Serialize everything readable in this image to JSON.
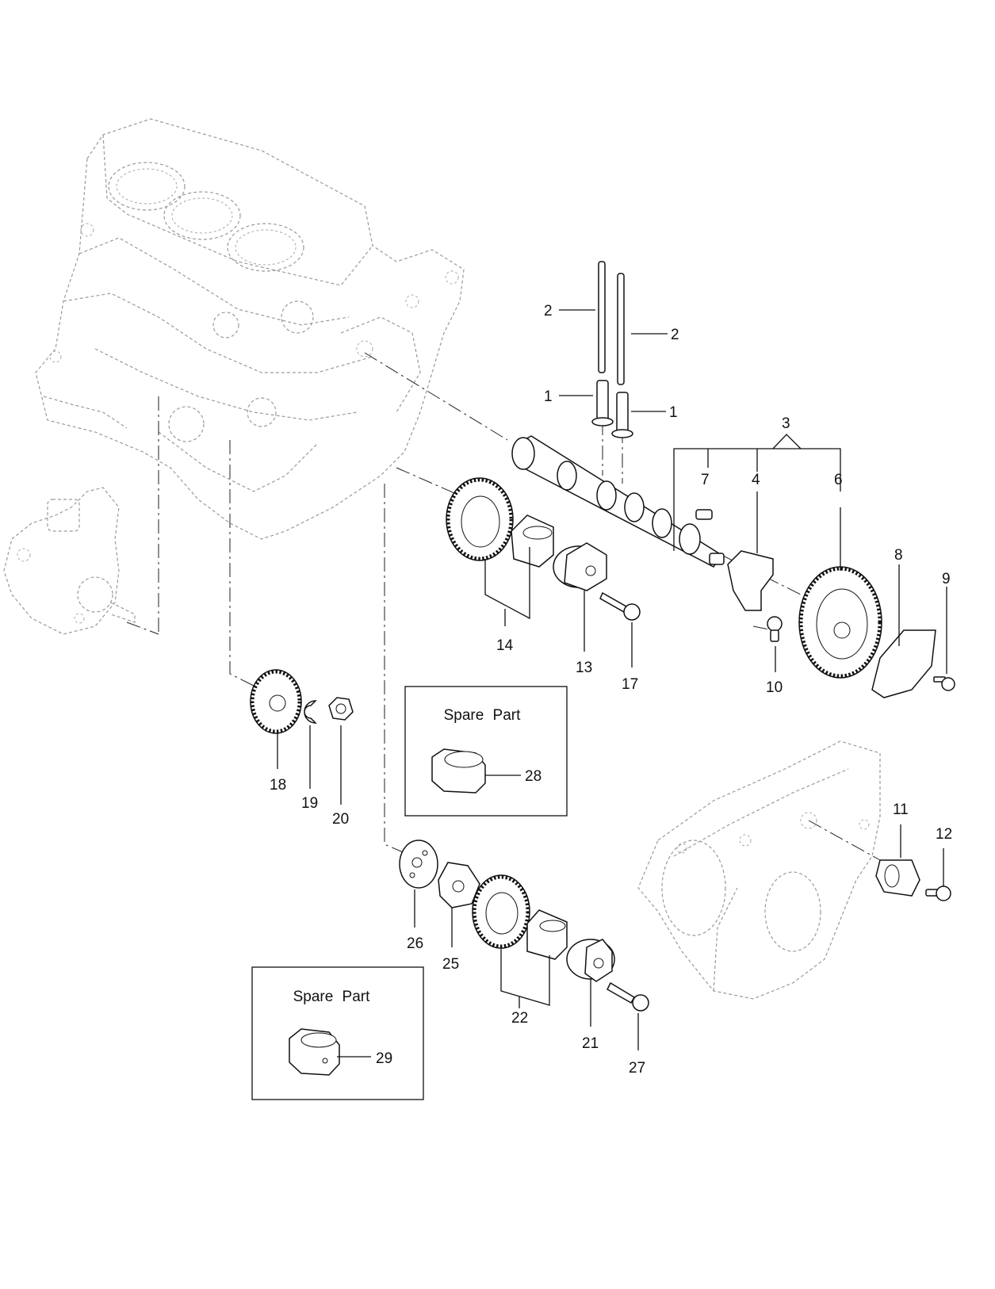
{
  "callouts": {
    "c1": "1",
    "c2": "2",
    "c3": "3",
    "c4": "4",
    "c6": "6",
    "c7": "7",
    "c8": "8",
    "c9": "9",
    "c10": "10",
    "c11": "11",
    "c12": "12",
    "c13": "13",
    "c14": "14",
    "c17": "17",
    "c18": "18",
    "c19": "19",
    "c20": "20",
    "c21": "21",
    "c22": "22",
    "c25": "25",
    "c26": "26",
    "c27": "27",
    "c28": "28",
    "c29": "29"
  },
  "spare_part_boxes": {
    "box_a_title": "Spare  Part",
    "box_b_title": "Spare  Part"
  }
}
